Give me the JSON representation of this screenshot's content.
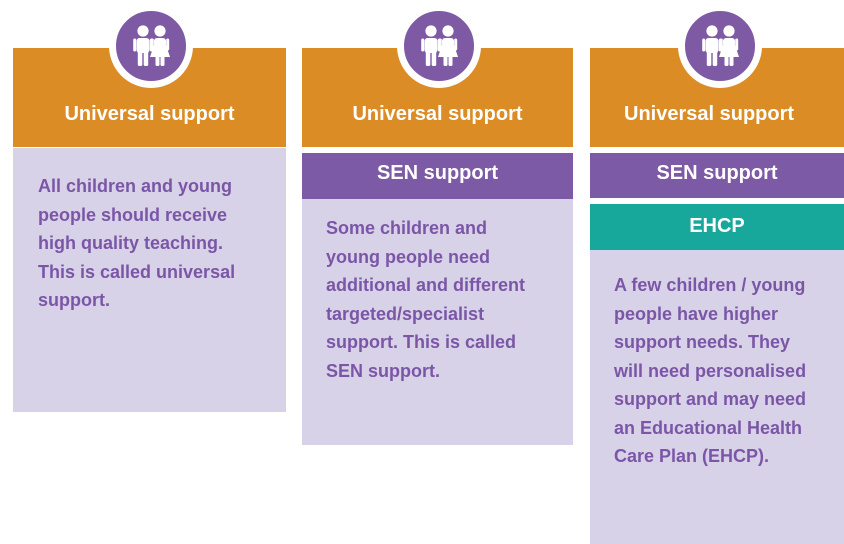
{
  "colors": {
    "header": "#dc8c25",
    "icon_circle": "#7e5aa5",
    "sen_band": "#7c5aa6",
    "ehcp_band": "#18a79b",
    "body_bg": "#d8d2e8",
    "body_text": "#7b56a7",
    "header_text": "#ffffff"
  },
  "icons": {
    "people": "children-couple-icon"
  },
  "columns": [
    {
      "header": "Universal support",
      "body_lines": [
        "All children and young",
        "people should receive",
        "high quality teaching.",
        "This is called universal",
        "support."
      ]
    },
    {
      "header": "Universal support",
      "sen_band": "SEN support",
      "body_lines": [
        "Some children and",
        "young people need",
        "additional and different",
        "targeted/specialist",
        "support. This is called",
        "SEN support."
      ]
    },
    {
      "header": "Universal support",
      "sen_band": "SEN support",
      "ehcp_band": "EHCP",
      "body_lines": [
        "A few children / young",
        "people have higher",
        "support needs. They",
        "will need personalised",
        "support and may need",
        "an Educational Health",
        "Care Plan (EHCP)."
      ]
    }
  ]
}
